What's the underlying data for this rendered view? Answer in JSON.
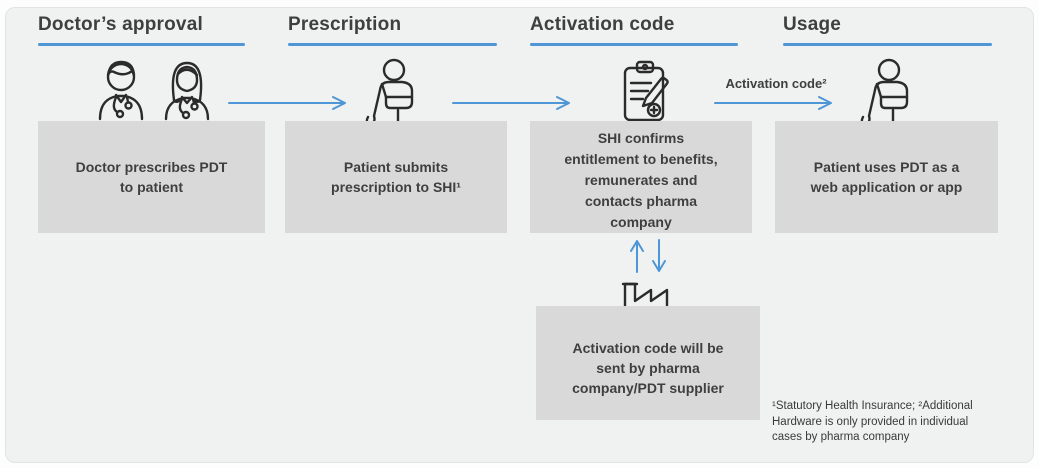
{
  "palette": {
    "background": "#f0f1f1",
    "box_fill": "#d9d9d9",
    "text": "#3f3f3f",
    "accent_blue": "#4f96d7",
    "icon_stroke": "#2b2b2b"
  },
  "stages": [
    {
      "title": "Doctor’s approval",
      "icon": "doctors-icon",
      "lines": [
        "Doctor prescribes PDT",
        "to patient"
      ]
    },
    {
      "title": "Prescription",
      "icon": "patient-arm-sling-icon",
      "lines": [
        "Patient submits",
        "prescription to SHI¹"
      ]
    },
    {
      "title": "Activation code",
      "icon": "clipboard-pencil-icon",
      "lines": [
        "SHI confirms",
        "entitlement to benefits,",
        "remunerates and",
        "contacts pharma",
        "company"
      ]
    },
    {
      "title": "Usage",
      "icon": "patient-arm-sling-icon",
      "lines": [
        "Patient uses PDT as a",
        "web application or app"
      ]
    }
  ],
  "flow": {
    "activation_code_label": "Activation code²"
  },
  "supplier": {
    "icon": "factory-icon",
    "lines": [
      "Activation code will be",
      "sent by pharma",
      "company/PDT supplier"
    ]
  },
  "footnote": {
    "lines": [
      "¹Statutory Health Insurance; ²Additional",
      "Hardware is only provided in individual",
      "cases by pharma company"
    ]
  }
}
